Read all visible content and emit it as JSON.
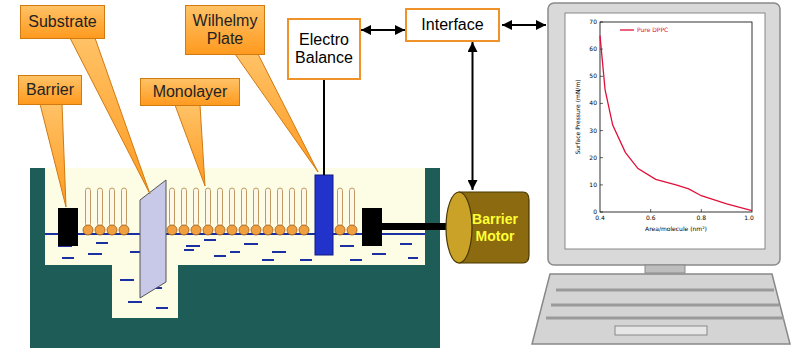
{
  "diagram": {
    "nodes": [
      {
        "text": [
          "Substrate"
        ]
      },
      {
        "text": [
          "Wilhelmy Plate"
        ]
      },
      {
        "text": [
          "Electro Balance"
        ]
      },
      {
        "text": [
          "Interface"
        ]
      },
      {
        "text": [
          "Barrier"
        ]
      },
      {
        "text": [
          "Monolayer"
        ]
      },
      {
        "text": [
          "Barrier Motor"
        ]
      }
    ],
    "edges": [
      {
        "from": 2,
        "to": 3,
        "arrow": "both"
      },
      {
        "from": 3,
        "to": 6,
        "arrow": "both"
      }
    ],
    "labels": [
      "Pure DPPC",
      "Surface Pressure (mN/m)",
      "Area/molecule (nm²)",
      "0",
      "10",
      "20",
      "30",
      "40",
      "50",
      "60",
      "70",
      "0.4",
      "0.6",
      "0.8",
      "1.0"
    ]
  }
}
